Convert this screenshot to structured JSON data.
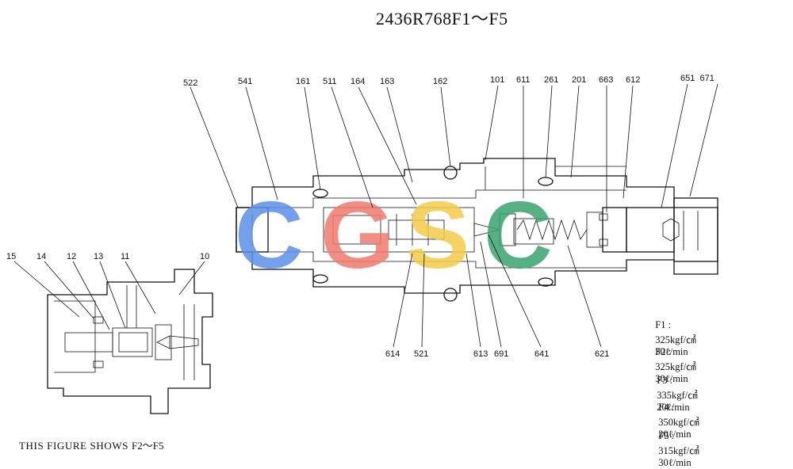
{
  "title": "2436R768F1～F5",
  "watermark": {
    "letters": [
      "C",
      "G",
      "S",
      "C"
    ],
    "colors": [
      "#5b8fe8",
      "#f07a6e",
      "#f3cc4a",
      "#3aa36e"
    ]
  },
  "part_labels": {
    "p522": "522",
    "p541": "541",
    "p161": "161",
    "p511": "511",
    "p164": "164",
    "p163": "163",
    "p162": "162",
    "p101": "101",
    "p611": "611",
    "p261": "261",
    "p201": "201",
    "p663": "663",
    "p612": "612",
    "p651_671": "651  671",
    "p614": "614",
    "p521": "521",
    "p613": "613",
    "p691": "691",
    "p641": "641",
    "p621": "621",
    "p15": "15",
    "p14": "14",
    "p12": "12",
    "p13": "13",
    "p11": "11",
    "p10": "10"
  },
  "specs": [
    {
      "name": "F1 :",
      "pressure": "325kgf/㎠",
      "flow": "30ℓ/min"
    },
    {
      "name": "F2 :",
      "pressure": "325kgf/㎠",
      "flow": "30ℓ/min"
    },
    {
      "name": "F3 :",
      "pressure": "335kgf/㎠",
      "flow": "20ℓ/min"
    },
    {
      "name": "F4 :",
      "pressure": "350kgf/㎠",
      "flow": "20ℓ/min"
    },
    {
      "name": "F5 :",
      "pressure": "315kgf/㎠",
      "flow": "30ℓ/min"
    }
  ],
  "caption": {
    "text": "THIS FIGURE SHOWS",
    "sub": "F2～F5"
  }
}
